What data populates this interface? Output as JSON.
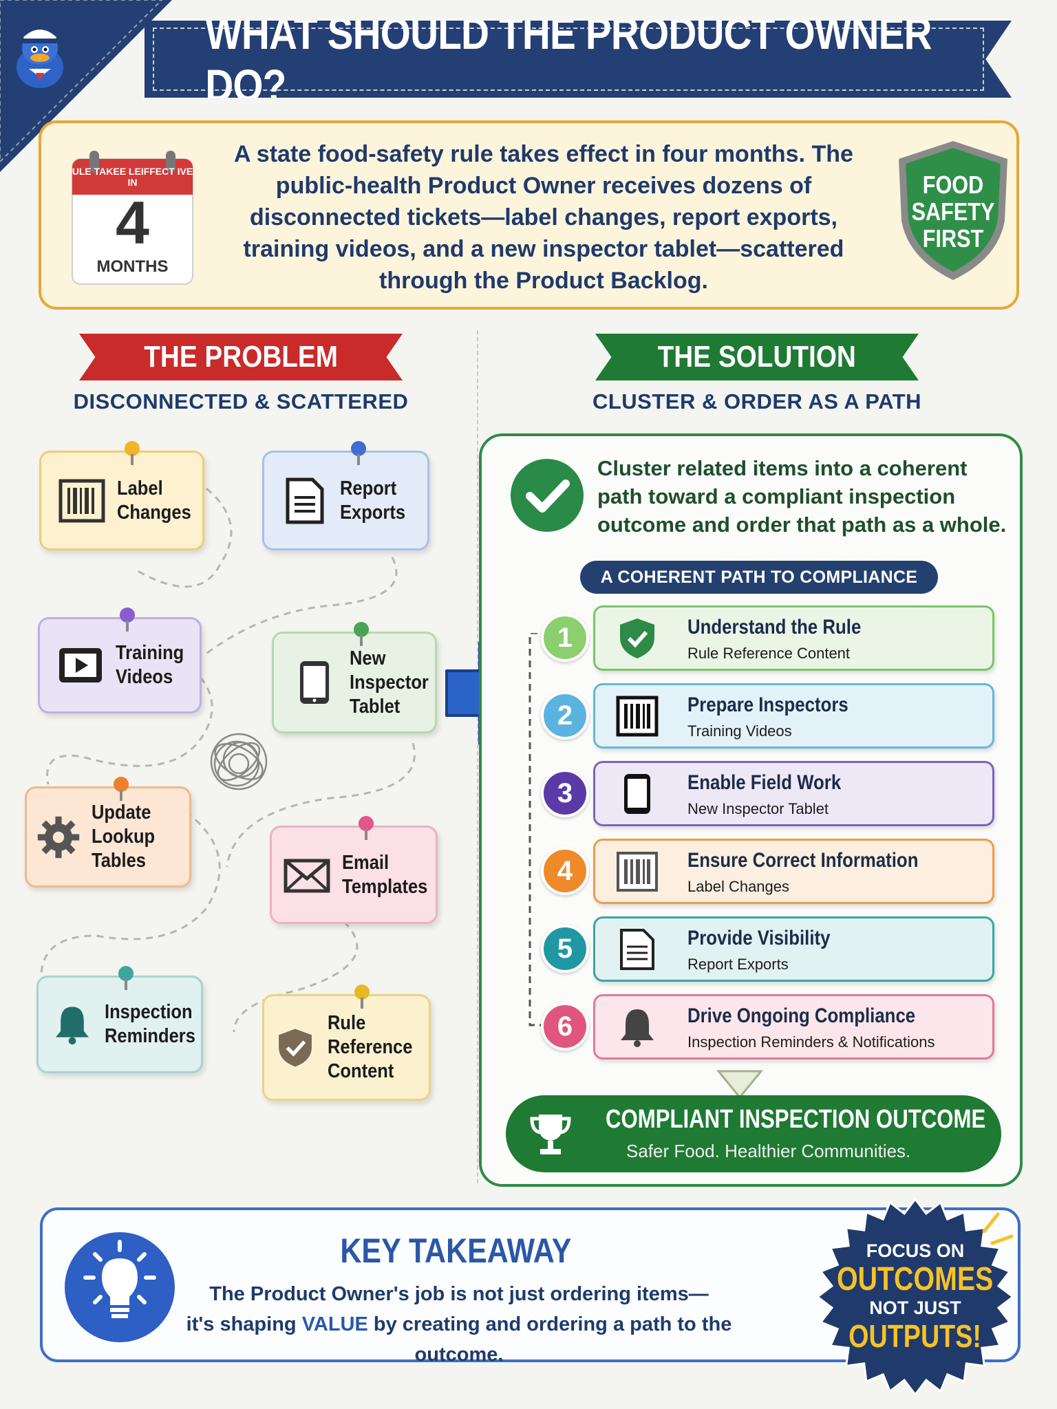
{
  "title": "WHAT SHOULD THE PRODUCT OWNER DO?",
  "intro": {
    "calendar_top": "ULE TAKEE LEIFFECT IVE IN",
    "calendar_number": "4",
    "calendar_unit": "MONTHS",
    "text": "A state food-safety rule takes effect in four months. The public-health Product Owner receives dozens of disconnected tickets—label changes, report exports, training videos, and a new inspector tablet—scattered through the Product Backlog.",
    "shield_line1": "FOOD",
    "shield_line2": "SAFETY",
    "shield_line3": "FIRST"
  },
  "problem": {
    "title": "THE PROBLEM",
    "subtitle": "DISCONNECTED & SCATTERED",
    "notes": [
      {
        "label": "Label Changes",
        "icon": "barcode-icon"
      },
      {
        "label": "Report Exports",
        "icon": "document-icon"
      },
      {
        "label": "Training Videos",
        "icon": "video-icon"
      },
      {
        "label": "New Inspector Tablet",
        "icon": "tablet-icon"
      },
      {
        "label": "Update Lookup Tables",
        "icon": "gear-icon"
      },
      {
        "label": "Email Templates",
        "icon": "envelope-icon"
      },
      {
        "label": "Inspection Reminders",
        "icon": "bell-icon"
      },
      {
        "label": "Rule Reference Content",
        "icon": "shield-check-icon"
      }
    ]
  },
  "solution": {
    "title": "THE SOLUTION",
    "subtitle": "CLUSTER & ORDER AS A PATH",
    "text": "Cluster related items into a coherent path toward a compliant inspection outcome and order that path as a whole.",
    "path_label": "A COHERENT PATH TO COMPLIANCE",
    "steps": [
      {
        "num": "1",
        "title": "Understand the Rule",
        "sub": "Rule Reference Content"
      },
      {
        "num": "2",
        "title": "Prepare Inspectors",
        "sub": "Training Videos"
      },
      {
        "num": "3",
        "title": "Enable Field Work",
        "sub": "New Inspector Tablet"
      },
      {
        "num": "4",
        "title": "Ensure Correct Information",
        "sub": "Label Changes"
      },
      {
        "num": "5",
        "title": "Provide Visibility",
        "sub": "Report Exports"
      },
      {
        "num": "6",
        "title": "Drive Ongoing Compliance",
        "sub": "Inspection Reminders & Notifications"
      }
    ],
    "outcome_title": "COMPLIANT INSPECTION OUTCOME",
    "outcome_sub": "Safer Food. Healthier Communities."
  },
  "takeaway": {
    "title": "KEY TAKEAWAY",
    "line1": "The Product Owner's job is not just ordering items—",
    "line2_pre": "it's shaping ",
    "line2_hl": "VALUE",
    "line2_post": " by creating and ordering a path to the outcome.",
    "badge1": "FOCUS ON",
    "badge2": "OUTCOMES",
    "badge3": "NOT JUST",
    "badge4": "OUTPUTS!"
  },
  "colors": {
    "navy": "#233f73",
    "red": "#c92a2a",
    "green": "#1f7a34",
    "blue": "#2a57a8"
  }
}
